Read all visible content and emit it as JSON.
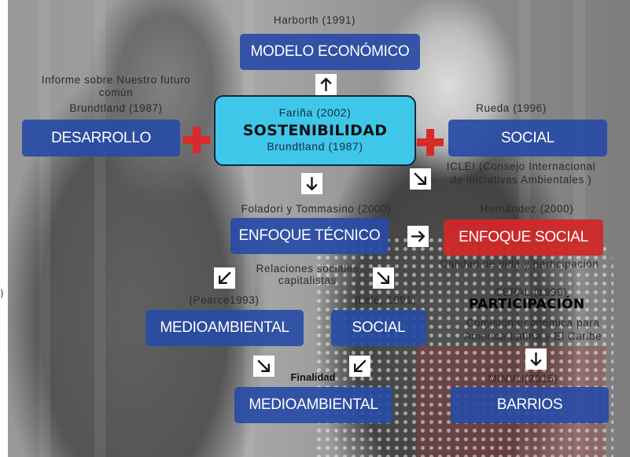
{
  "edge_mark": ")",
  "top": {
    "label": "Harborth (1991)",
    "box": "MODELO ECONÓMICO"
  },
  "left": {
    "label_line1": "Informe sobre Nuestro futuro",
    "label_line2": "común",
    "label_line3": "Brundtland (1987)",
    "box": "DESARROLLO"
  },
  "center": {
    "top": "Fariña (2002)",
    "title": "SOSTENIBILIDAD",
    "bottom": "Brundtland (1987)"
  },
  "right": {
    "label": "Rueda (1996)",
    "box": "SOCIAL",
    "note_line1": "ICLEI (Consejo Internacional",
    "note_line2": "de iniciativas Ambientales )"
  },
  "middle": {
    "tech_label": "Foladori y Tommasino (2000)",
    "tech_box": "ENFOQUE TÉCNICO",
    "social_label": "Hernández (2000)",
    "social_box": "ENFOQUE SOCIAL",
    "social_note": "Calidad de vida y participación",
    "relations_line1": "Relaciones sociales",
    "relations_line2": "capitalistas"
  },
  "lower": {
    "pearce": "(Pearce1993)",
    "medio_box": "MEDIOAMBIENTAL",
    "lele": "(Lelé, 1991)",
    "social_box": "SOCIAL",
    "cepal": "CEPAL (1999)",
    "participacion": "PARTICIPACIÓN",
    "comision_line1": "Comisión económica para",
    "comision_line2": "América Latina y El Caribe"
  },
  "bottom": {
    "finalidad": "Finalidad",
    "medio_box": "MEDIOAMBIENTAL",
    "minvu": "MINVU(2015)",
    "barrios_box": "BARRIOS"
  },
  "colors": {
    "box_blue": "#284BA5",
    "box_red": "#D02828",
    "central_cyan": "#3FC7EA",
    "plus_red": "#D82A2A"
  }
}
